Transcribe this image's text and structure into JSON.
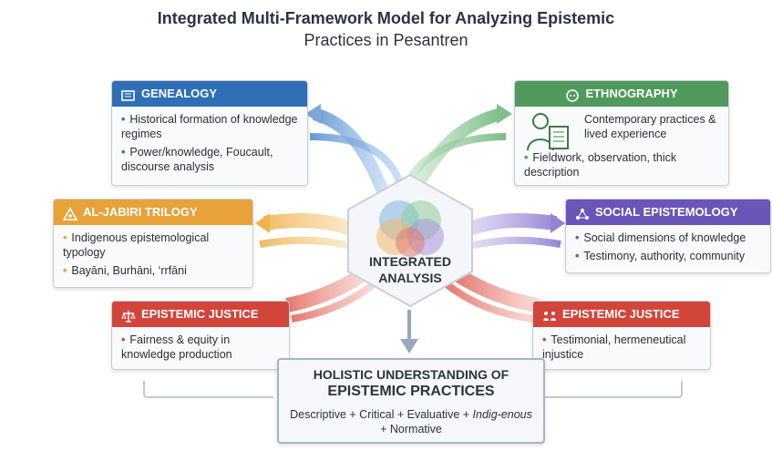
{
  "title": {
    "line1": "Integrated Multi-Framework Model for Analyzing Epistemic",
    "line2": "Practices in Pesantren"
  },
  "center": {
    "label_line1": "INTEGRATED",
    "label_line2": "ANALYSIS"
  },
  "cards": {
    "genealogy": {
      "title": "GENEALOGY",
      "color": "#2f6fb5",
      "items": [
        "Historical formation of knowledge regimes",
        "Power/knowledge, Foucault, discourse analysis"
      ]
    },
    "ethnography": {
      "title": "ETHNOGRAPHY",
      "color": "#4f9a5c",
      "items": [
        "Contemporary practices & lived experience",
        "Fieldwork, observation, thick description"
      ]
    },
    "aljabiri": {
      "title": "AL-JABIRI TRILOGY",
      "color": "#e8a23a",
      "items": [
        "Indigenous epistemological typology",
        "Bayāni, Burhāni, ‘rrfāni"
      ]
    },
    "social": {
      "title": "SOCIAL EPISTEMOLOGY",
      "color": "#6a55b8",
      "items": [
        "Social dimensions of knowledge",
        "Testimony, authority, community"
      ]
    },
    "justice_left": {
      "title": "EPISTEMIC JUSTICE",
      "color": "#d2453a",
      "items": [
        "Fairness & equity in knowledge production"
      ]
    },
    "justice_right": {
      "title": "EPISTEMIC JUSTICE",
      "color": "#d2453a",
      "items": [
        "Testimonial, hermeneutical injustice"
      ]
    }
  },
  "holistic": {
    "line1": "HOLISTIC UNDERSTANDING OF",
    "line2": "EPISTEMIC PRACTICES",
    "line3a": "Descriptive + Critical + Evaluative + ",
    "line3b": "Indig-enous",
    "line3c": " + Normative"
  }
}
